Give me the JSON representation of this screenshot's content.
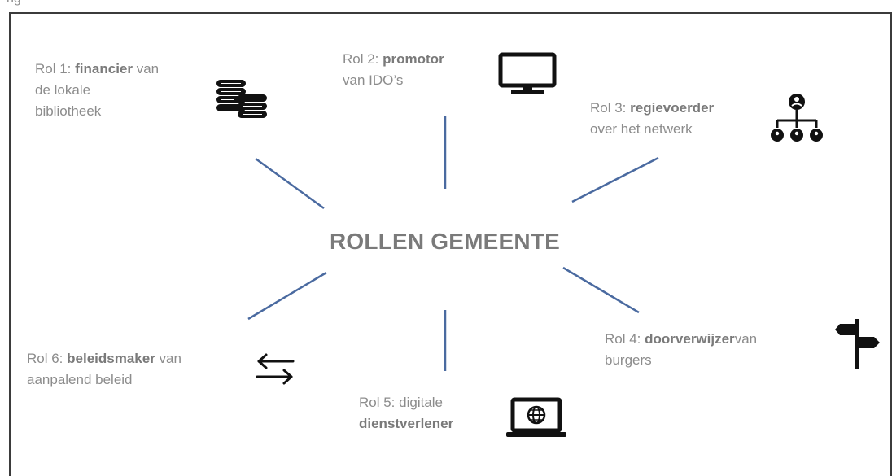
{
  "caption": "ng",
  "center": {
    "title": "ROLLEN GEMEENTE"
  },
  "roles": [
    {
      "id": "rol1",
      "prefix": "Rol 1: ",
      "keyword": "financier",
      "line1_rest": " van",
      "line2": "de lokale",
      "line3": "bibliotheek",
      "icon": "coins-icon"
    },
    {
      "id": "rol2",
      "prefix": "Rol 2: ",
      "keyword": "promotor",
      "line1_rest": "",
      "line2": "van IDO’s",
      "icon": "monitor-icon"
    },
    {
      "id": "rol3",
      "prefix": "Rol 3: ",
      "keyword": "regievoerder",
      "line1_rest": "",
      "line2": "over het netwerk",
      "icon": "org-chart-icon"
    },
    {
      "id": "rol4",
      "prefix": "Rol 4: ",
      "keyword": "doorverwijzer",
      "line1_rest": "van",
      "line2": "burgers",
      "icon": "signpost-icon"
    },
    {
      "id": "rol5",
      "line1": "Rol 5: digitale",
      "keyword": "dienstverlener",
      "icon": "laptop-globe-icon"
    },
    {
      "id": "rol6",
      "prefix": "Rol 6: ",
      "keyword": "beleidsmaker",
      "line1_rest": " van",
      "line2": "aanpalend beleid",
      "icon": "exchange-arrows-icon"
    }
  ],
  "colors": {
    "spoke": "#4a6aa0",
    "text": "#8c8c8c",
    "keyword": "#7a7a7a",
    "icon": "#111111",
    "frame": "#3b3b3b"
  }
}
